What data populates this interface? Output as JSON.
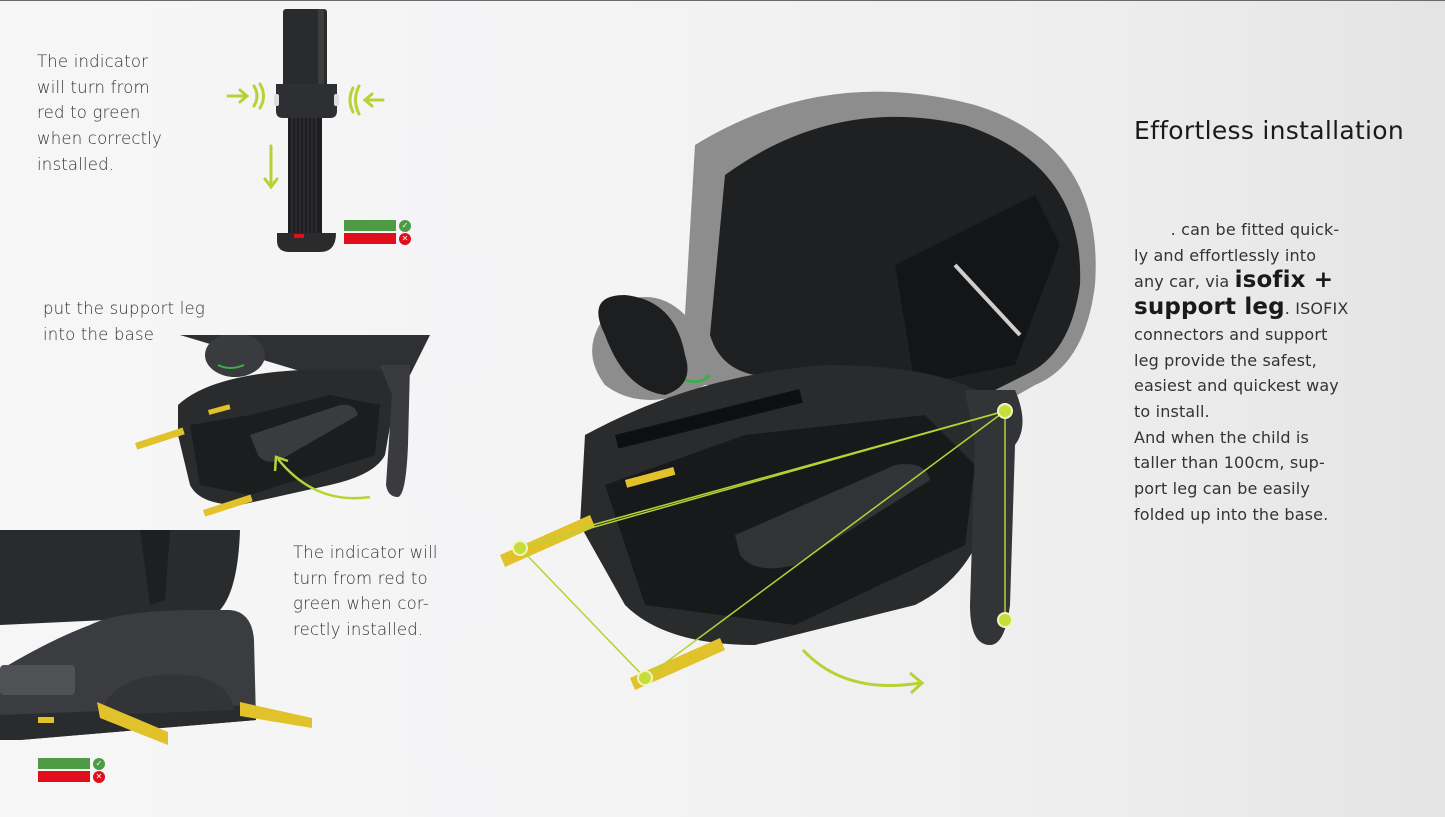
{
  "section": {
    "title": "Effortless installation",
    "description": {
      "lead": ". can be fitted quick-ly and effortlessly into any car, via ",
      "line1": ". can be fitted quick-",
      "line2": "ly and effortlessly into",
      "line3_pre": "any car, via ",
      "highlight1": "isofix +",
      "highlight2": "support leg",
      "line4_post": ". ISOFIX",
      "rest_lines": [
        "connectors and support",
        "leg provide the safest,",
        "easiest and quickest way",
        "to install.",
        "And when the child is",
        "taller than 100cm, sup-",
        "port leg can be easily",
        "folded up into the base."
      ]
    }
  },
  "steps": {
    "support_leg_indicator": {
      "lines": [
        "The indicator",
        "will turn from",
        "red to green",
        "when correctly",
        "installed."
      ]
    },
    "put_leg_in_base": {
      "lines": [
        "put the support leg",
        "into the base"
      ]
    },
    "isofix_indicator": {
      "lines": [
        "The indicator will",
        "turn from red to",
        "green when cor-",
        "rectly installed."
      ]
    }
  },
  "indicator_legend": {
    "correct_color": "#4e9a45",
    "incorrect_color": "#e10f1b",
    "correct_icon": "✓",
    "incorrect_icon": "✕"
  },
  "colors": {
    "accent_arrow": "#b5d334",
    "isofix_yellow": "#e2c22a",
    "seat_dark": "#2a2b2d",
    "seat_fabric": "#8d8d8d"
  }
}
